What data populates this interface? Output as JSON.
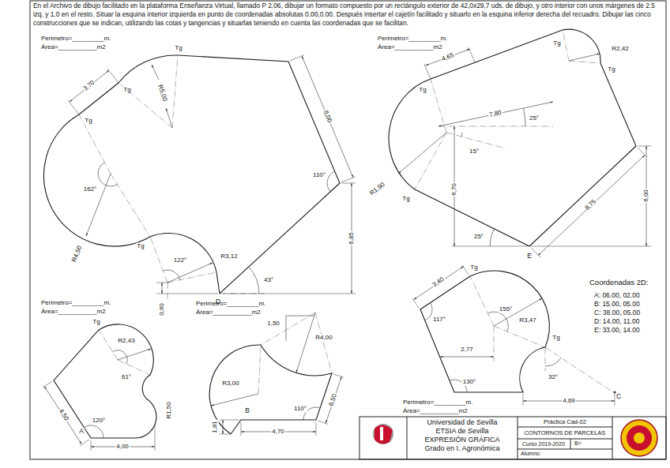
{
  "diagram": {
    "labels": [
      "En el Archivo de dibujo facilitado en la plataforma Enseñanza Virtual, llamado P 2.06, dibujar un formato compuesto por un rectángulo exterior de 42,0x29,7 uds. de dibujo, y otro interior con unos márgenes de 2.5 izq. y 1.0 en el resto. Situar la esquina interior izquierda en punto de coordenadas absolutas 0.00,0.00. Después insertar el cajetín facilitado y situarlo en la esquina inferior derecha del recuadro. Dibujar las cinco construcciones que se indican, utilizando las cotas y tangencias y situarlas teniendo en cuenta las coordenadas que se facilitan.",
      "Perimetro=_________m.",
      "Área=___________m2",
      "3,70",
      "Tg",
      "R5,00",
      "Tg",
      "Tg",
      "8,00",
      "162°",
      "110°",
      "R4,50",
      "Tg",
      "122°",
      "R3,12",
      "43°",
      "6,85",
      "0,60",
      "D",
      "Perimetro=_________m.",
      "Área=___________m2",
      "4,65",
      "Tg",
      "R2,42",
      "Tg",
      "Tg",
      "7,80",
      "25°",
      "15°",
      "R1,90",
      "Tg",
      "6,70",
      "25°",
      "E",
      "8,75",
      "6,00",
      "Perimetro=_________m.",
      "Área=___________m2",
      "Tg",
      "R2,43",
      "61°",
      "R1,50",
      "4,50",
      "120°",
      "A",
      "4,00",
      "Perimetro=_________m.",
      "Área=___________m2",
      "1,50",
      "R4,00",
      "6,50",
      "R3,00",
      "B",
      "1,81",
      "110°",
      "4,70",
      "3,40",
      "Tg",
      "117°",
      "155°",
      "R3,47",
      "2,77",
      "Tg",
      "32°",
      "130°",
      "4,69",
      "C",
      "Perimetro=_________m.",
      "Área=___________m2",
      "Coordenadas 2D:",
      "A: 06.00, 02.00",
      "B: 15.00, 05.00",
      "C: 38.00, 05.00",
      "D: 14.00, 11.00",
      "E: 33.00, 14.00",
      "Universidad de Sevilla",
      "ETSIA de Sevilla",
      "EXPRESIÓN GRÁFICA",
      "Grado en I. Agronómica",
      "Práctica Cad-02",
      "CONTORNOS DE PARCELAS",
      "Curso 2019-2020",
      "B=",
      "Alumno:"
    ]
  }
}
